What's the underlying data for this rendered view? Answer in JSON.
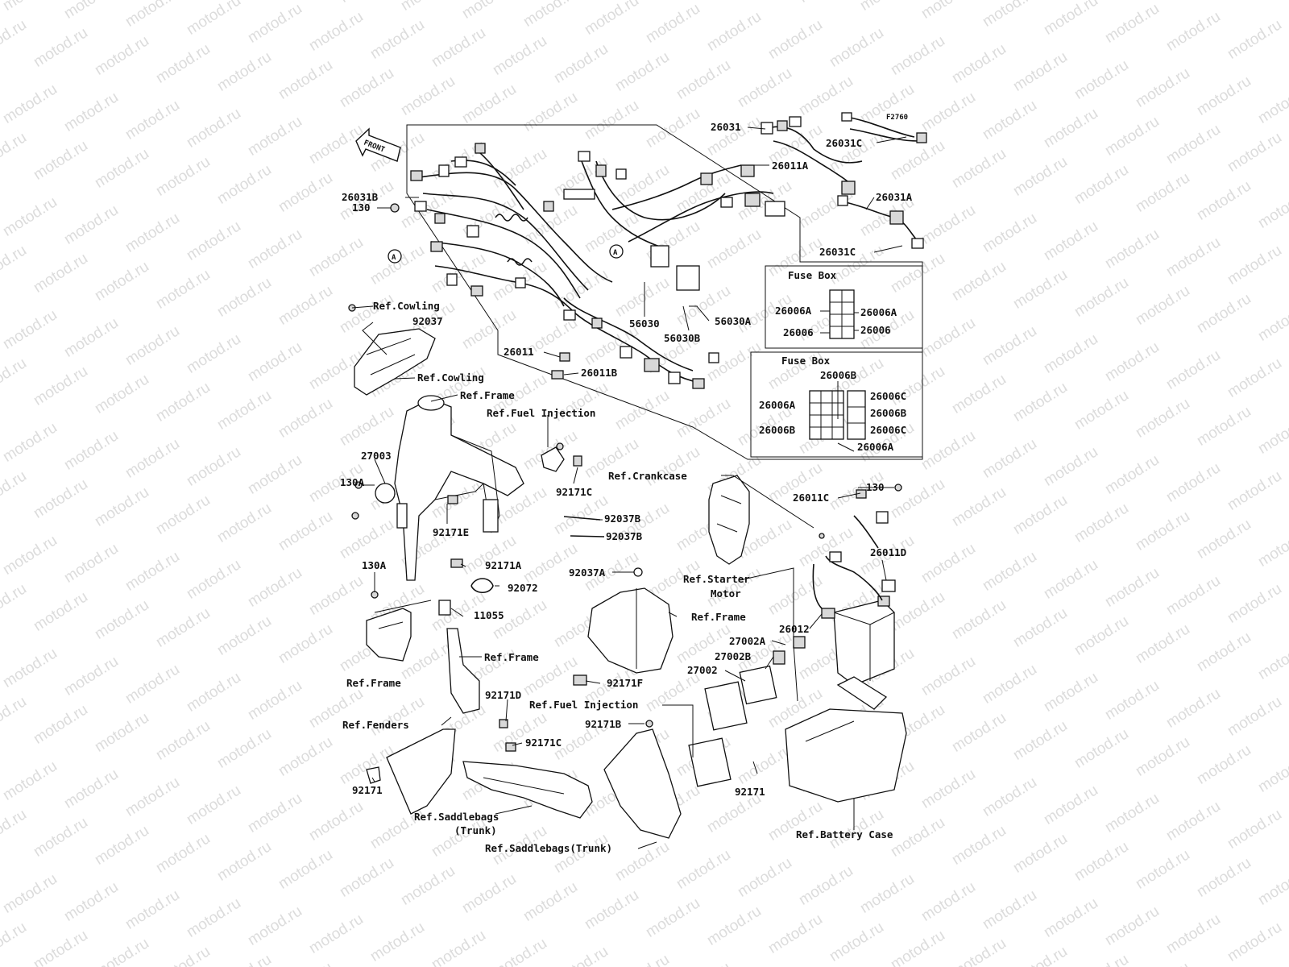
{
  "watermark_text": "motod.ru",
  "figure_code": "F2760",
  "front_arrow_label": "FRONT",
  "circle_marker_label": "A",
  "fuse_box_1": {
    "title": "Fuse Box",
    "left_labels": [
      "26006A",
      "26006"
    ],
    "right_labels": [
      "26006A",
      "26006"
    ]
  },
  "fuse_box_2": {
    "title": "Fuse Box",
    "top_label": "26006B",
    "left_labels": [
      "26006A",
      "26006B"
    ],
    "right_labels": [
      "26006C",
      "26006B",
      "26006C"
    ],
    "bottom_label": "26006A"
  },
  "callouts": [
    "26031",
    "26011A",
    "26031C",
    "26031A",
    "26031C",
    "26031B",
    "130",
    "56030",
    "56030B",
    "56030A",
    "26011",
    "26011B",
    "Ref.Cowling",
    "92037",
    "Ref.Cowling",
    "Ref.Frame",
    "Ref.Fuel Injection",
    "27003",
    "130A",
    "92171C",
    "92171E",
    "Ref.Crankcase",
    "130",
    "26011C",
    "92037B",
    "92037B",
    "26011D",
    "130A",
    "92171A",
    "92037A",
    "Ref.Starter",
    "Motor",
    "92072",
    "Ref.Frame",
    "11055",
    "26012",
    "27002A",
    "27002B",
    "27002",
    "Ref.Frame",
    "Ref.Frame",
    "92171F",
    "92171D",
    "Ref.Fuel Injection",
    "Ref.Fenders",
    "92171B",
    "92171C",
    "92171",
    "92171",
    "Ref.Saddlebags",
    "(Trunk)",
    "Ref.Saddlebags(Trunk)",
    "Ref.Battery Case"
  ]
}
